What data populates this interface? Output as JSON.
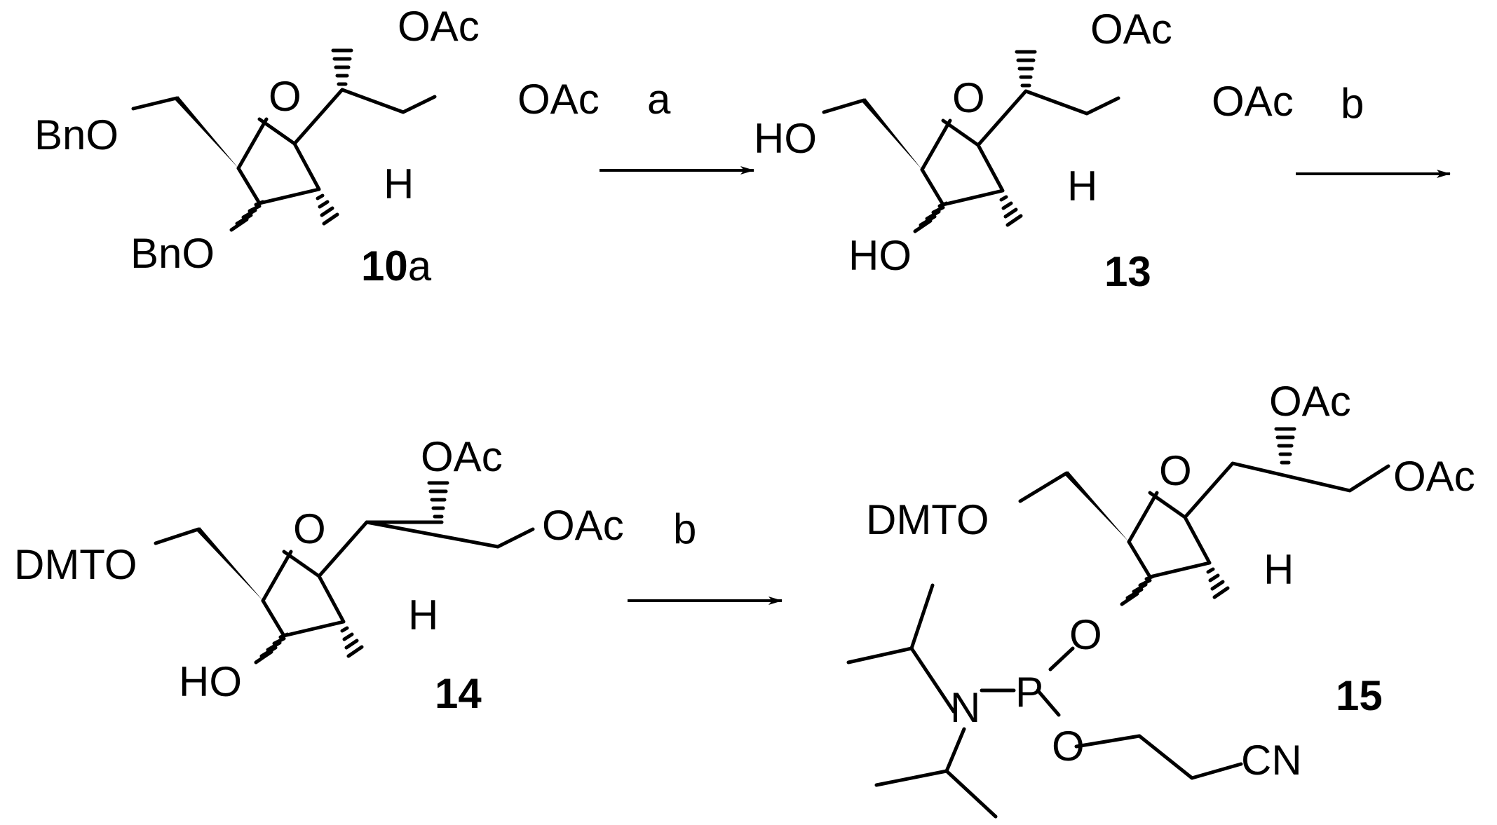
{
  "scheme": {
    "reagents": {
      "a": "a",
      "b1": "b",
      "b2": "b"
    },
    "compounds": {
      "c10a": {
        "label_num": "10",
        "label_suffix": "a",
        "oac_top": "OAc",
        "oac_side": "OAc",
        "ring_o": "O",
        "h": "H",
        "c5_sub": "BnO",
        "c3_sub": "BnO"
      },
      "c13": {
        "label": "13",
        "oac_top": "OAc",
        "oac_side": "OAc",
        "ring_o": "O",
        "h": "H",
        "c5_sub": "HO",
        "c3_sub": "HO"
      },
      "c14": {
        "label": "14",
        "oac_top": "OAc",
        "oac_side": "OAc",
        "ring_o": "O",
        "h": "H",
        "c5_sub": "DMTO",
        "c3_sub": "HO"
      },
      "c15": {
        "label": "15",
        "oac_top": "OAc",
        "oac_side": "OAc",
        "ring_o": "O",
        "h": "H",
        "c5_sub": "DMTO",
        "o3": "O",
        "p": "P",
        "n": "N",
        "o_ce": "O",
        "cn": "CN"
      }
    }
  }
}
